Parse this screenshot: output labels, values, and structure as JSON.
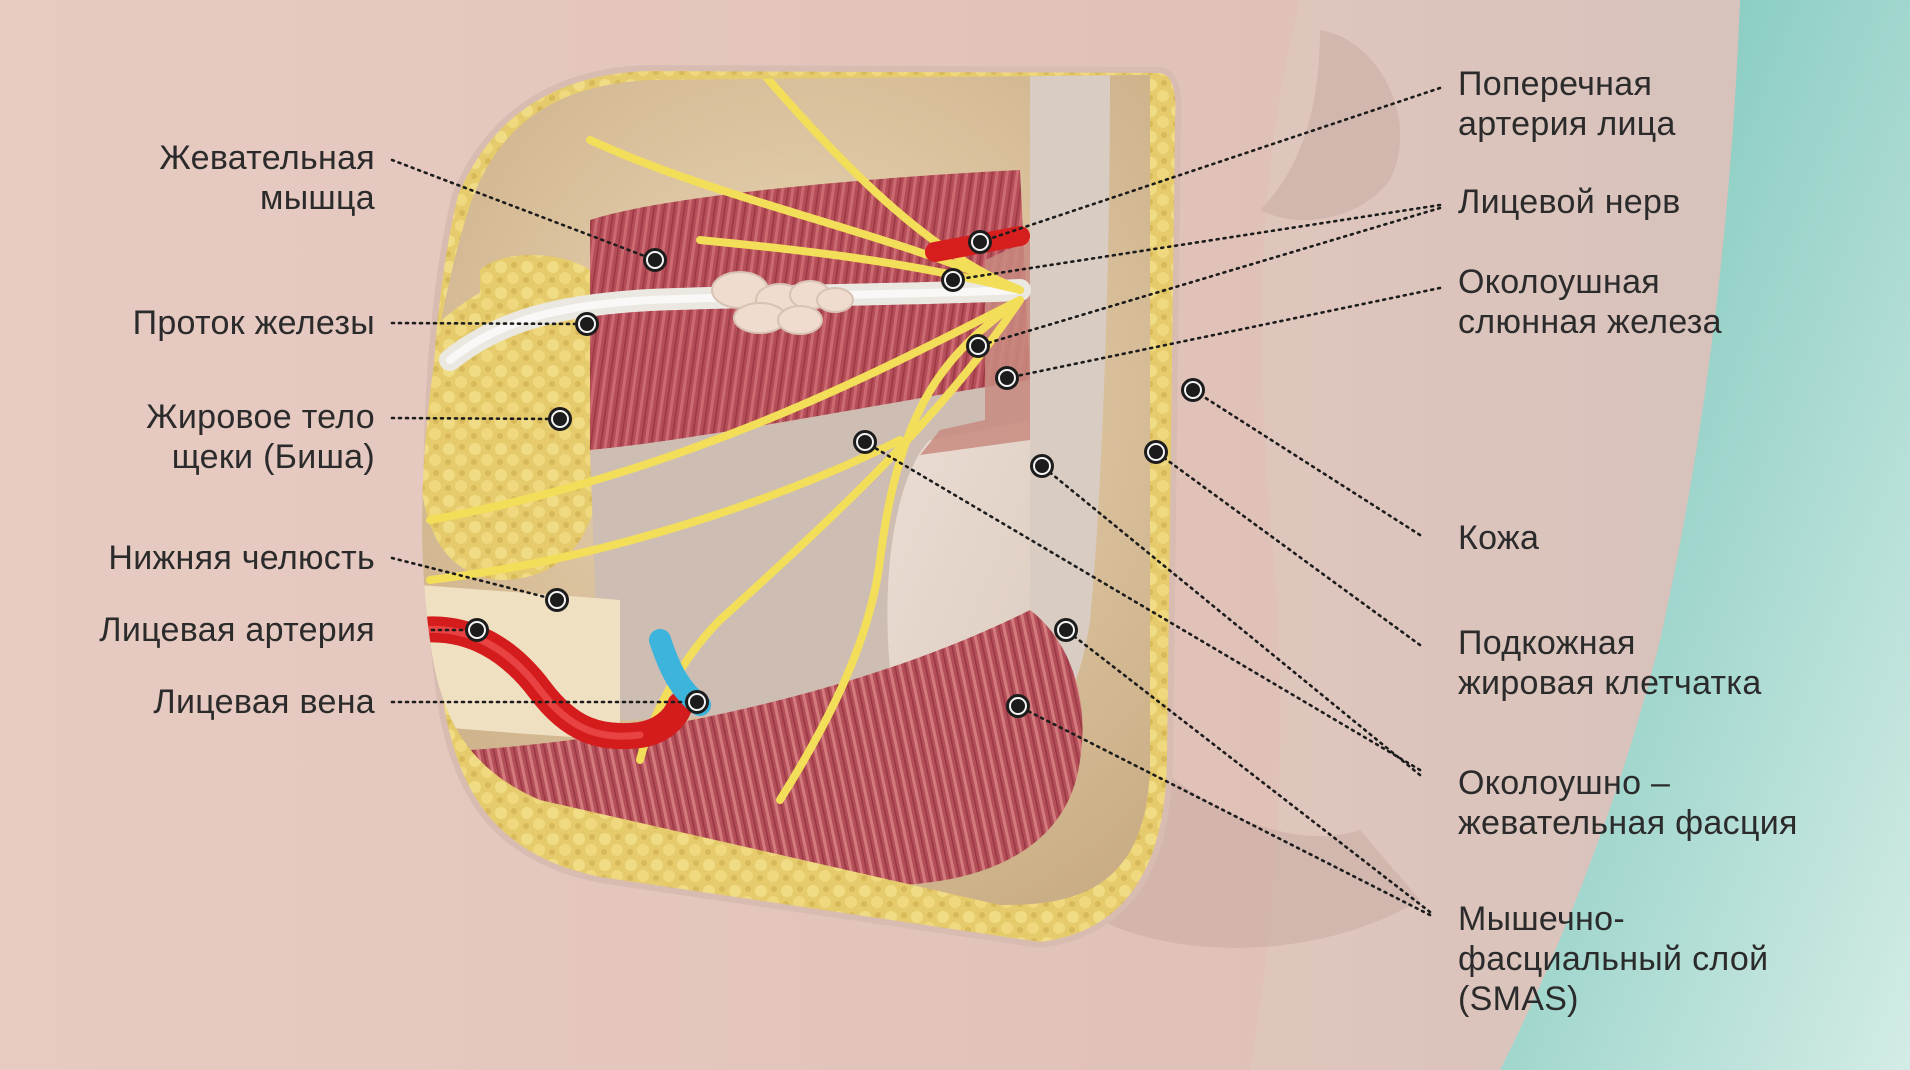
{
  "colors": {
    "skin": "#e6c9c0",
    "teal_bg": "#a9d7cf",
    "fat": "#e9cf6e",
    "muscle": "#b5505a",
    "nerve": "#f2df5e",
    "artery": "#d71e1e",
    "vein": "#47b7dc",
    "duct": "#f2f2ee",
    "fascia": "#e7dcd2",
    "pointer": "#1c1c1c"
  },
  "labels_left": [
    {
      "id": "masseter",
      "lines": [
        "Жевательная",
        "мышца"
      ]
    },
    {
      "id": "duct",
      "lines": [
        "Проток железы"
      ]
    },
    {
      "id": "bichat",
      "lines": [
        "Жировое тело",
        "щеки (Биша)"
      ]
    },
    {
      "id": "mandible",
      "lines": [
        "Нижняя челюсть"
      ]
    },
    {
      "id": "facial_artery",
      "lines": [
        "Лицевая артерия"
      ]
    },
    {
      "id": "facial_vein",
      "lines": [
        "Лицевая вена"
      ]
    }
  ],
  "labels_right": [
    {
      "id": "transverse_artery",
      "lines": [
        "Поперечная",
        "артерия лица"
      ]
    },
    {
      "id": "facial_nerve",
      "lines": [
        "Лицевой нерв"
      ]
    },
    {
      "id": "parotid",
      "lines": [
        "Околоушная",
        "слюнная железа"
      ]
    },
    {
      "id": "skin",
      "lines": [
        "Кожа"
      ]
    },
    {
      "id": "subcutaneous",
      "lines": [
        "Подкожная",
        "жировая клетчатка"
      ]
    },
    {
      "id": "fascia",
      "lines": [
        "Околоушно –",
        "жевательная фасция"
      ]
    },
    {
      "id": "smas",
      "lines": [
        "Мышечно-",
        "фасциальный слой",
        "(SMAS)"
      ]
    }
  ]
}
